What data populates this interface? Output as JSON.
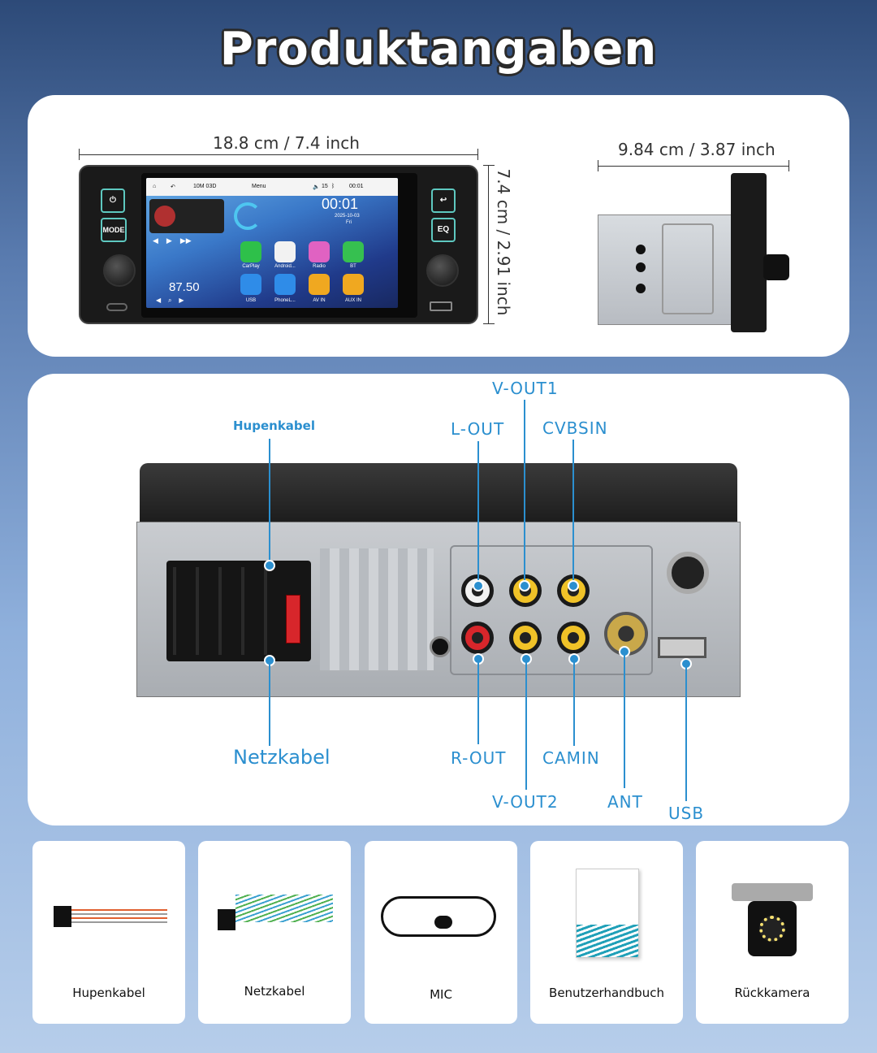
{
  "title": "Produktangaben",
  "dimensions": {
    "width": "18.8 cm / 7.4 inch",
    "height": "7.4 cm / 2.91 inch",
    "depth": "9.84 cm / 3.87 inch"
  },
  "screen": {
    "status_bar": {
      "band": "10M 03D",
      "menu": "Menu",
      "volume": "15",
      "clock": "00:01"
    },
    "time": "00:01",
    "date": "2025-10-03",
    "day": "Fri",
    "frequency": "87.50",
    "apps": [
      "CarPlay",
      "Android...",
      "Radio",
      "BT",
      "USB",
      "PhoneL...",
      "AV IN",
      "AUX IN"
    ],
    "buttons": {
      "mode": "MODE",
      "eq": "EQ"
    }
  },
  "connectors": {
    "top": [
      "L-OUT",
      "V-OUT1",
      "CVBSIN"
    ],
    "bottom": [
      "R-OUT",
      "CAMIN",
      "V-OUT2",
      "ANT",
      "USB"
    ],
    "left_top": "Hupenkabel",
    "left_bottom": "Netzkabel"
  },
  "accessories": [
    "Hupenkabel",
    "Netzkabel",
    "MIC",
    "Benutzerhandbuch",
    "Rückkamera"
  ],
  "colors": {
    "accent": "#2b8fcf",
    "panel": "#ffffff"
  }
}
